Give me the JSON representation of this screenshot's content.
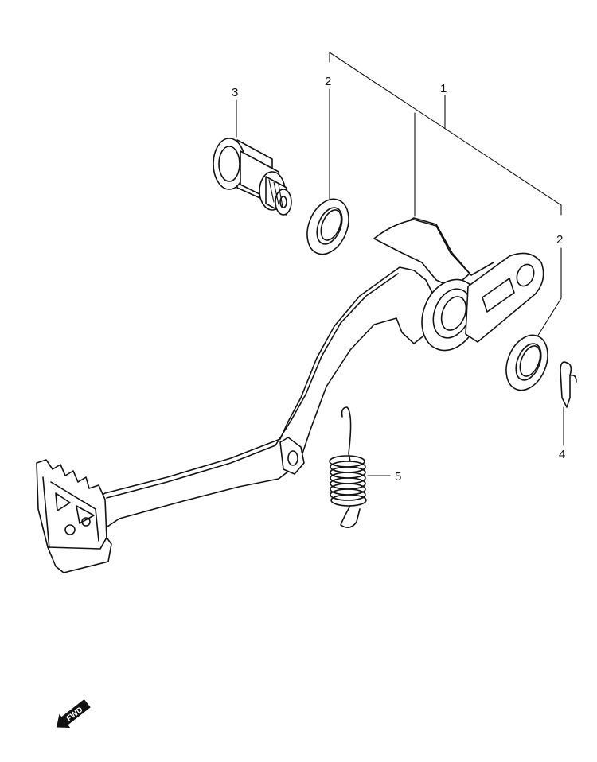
{
  "callouts": {
    "c1": "1",
    "c2a": "2",
    "c2b": "2",
    "c3": "3",
    "c4": "4",
    "c5": "5"
  },
  "fwd_label": "FWD",
  "icons": {
    "fwd_arrow": "fwd-arrow-icon"
  }
}
